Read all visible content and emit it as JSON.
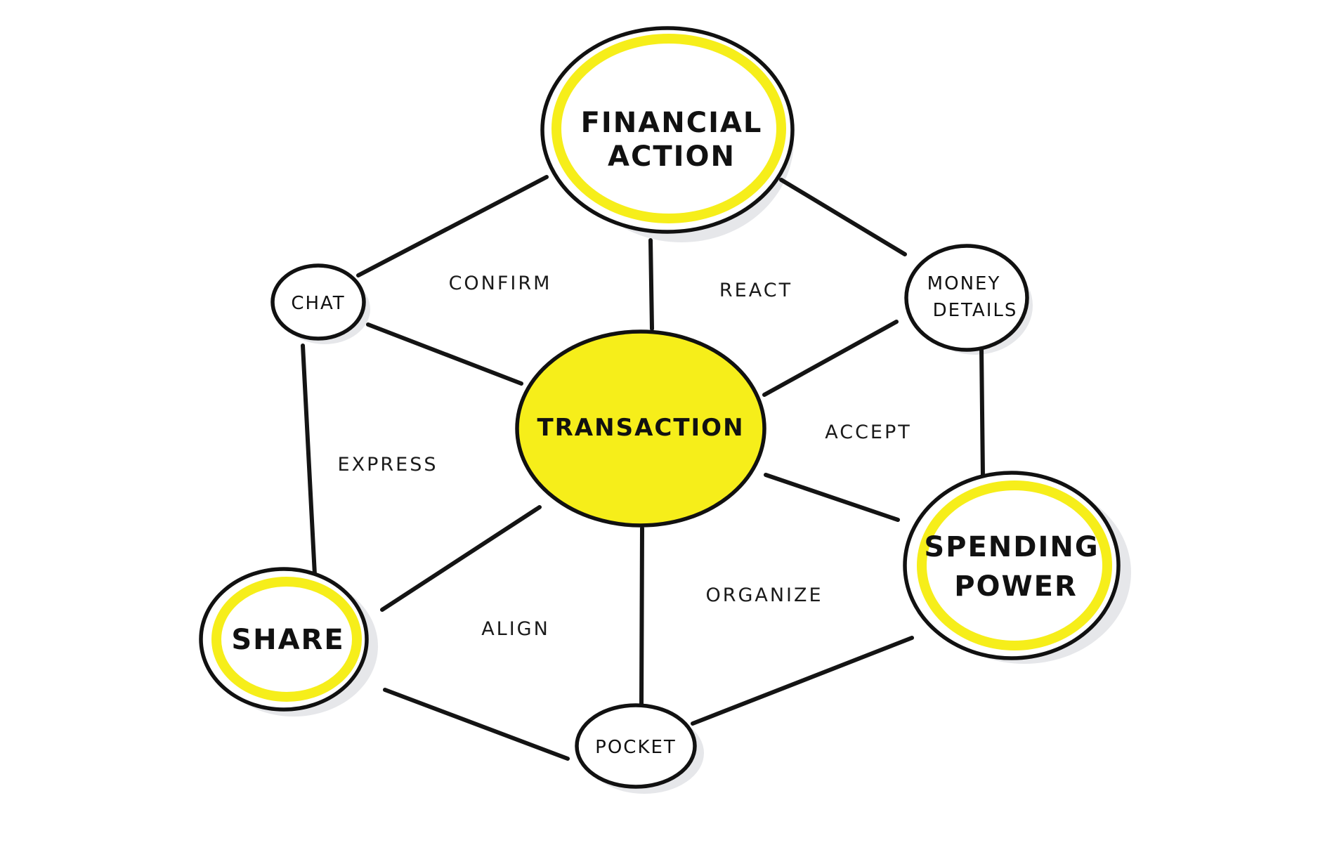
{
  "colors": {
    "highlight": "#f6ee1a",
    "ink": "#111111",
    "shadow": "#e6e7ea"
  },
  "nodes": {
    "financial_action": [
      "FINANCIAL",
      "ACTION"
    ],
    "chat": [
      "CHAT"
    ],
    "money_details": [
      "MONEY",
      "DETAILS"
    ],
    "transaction": [
      "TRANSACTION"
    ],
    "share": [
      "SHARE"
    ],
    "spending_power": [
      "SPENDING",
      "POWER"
    ],
    "pocket": [
      "POCKET"
    ]
  },
  "edge_labels": {
    "confirm": "CONFIRM",
    "react": "REACT",
    "express": "EXPRESS",
    "accept": "ACCEPT",
    "align": "ALIGN",
    "organize": "ORGANIZE"
  }
}
